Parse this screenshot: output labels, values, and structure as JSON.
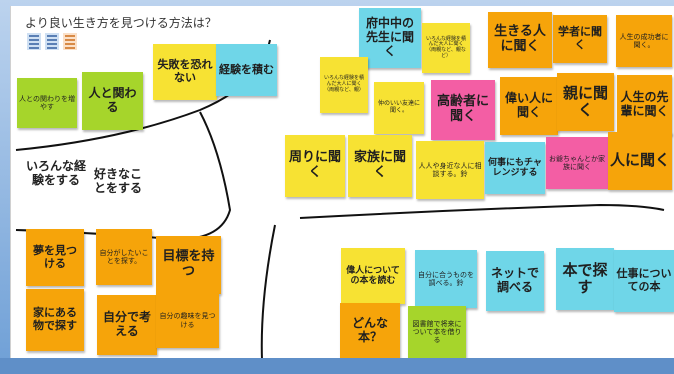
{
  "board": {
    "title": "より良い生き方を見つける方法は？",
    "thumbnails": [
      "thumb-1",
      "thumb-2",
      "thumb-3"
    ]
  },
  "notes": [
    {
      "id": "n01",
      "text": "失敗を恐れない",
      "color": "yellow"
    },
    {
      "id": "n02",
      "text": "経験を積む",
      "color": "cyan"
    },
    {
      "id": "n03",
      "text": "人との関わりを増やす",
      "color": "green"
    },
    {
      "id": "n04",
      "text": "人と関わる",
      "color": "green"
    },
    {
      "id": "n05",
      "text": "府中中の先生に聞く",
      "color": "cyan"
    },
    {
      "id": "n06",
      "text": "いろんな経験を積んだ大人に聞く（両親など、親など）",
      "color": "yellow"
    },
    {
      "id": "n07",
      "text": "生きる人に聞く",
      "color": "orange"
    },
    {
      "id": "n08",
      "text": "学者に聞く",
      "color": "orange"
    },
    {
      "id": "n09",
      "text": "人生の成功者に聞く。",
      "color": "orange"
    },
    {
      "id": "n10",
      "text": "いろんな経験を積んだ大人に聞く（両親など、親）",
      "color": "yellow"
    },
    {
      "id": "n11",
      "text": "仲のいい友達に聞く。",
      "color": "yellow"
    },
    {
      "id": "n12",
      "text": "高齢者に聞く",
      "color": "pink"
    },
    {
      "id": "n13",
      "text": "偉い人に聞く",
      "color": "orange"
    },
    {
      "id": "n14",
      "text": "親に聞く",
      "color": "orange"
    },
    {
      "id": "n15",
      "text": "人生の先輩に聞く",
      "color": "orange"
    },
    {
      "id": "n16",
      "text": "周りに聞く",
      "color": "yellow"
    },
    {
      "id": "n17",
      "text": "家族に聞く",
      "color": "yellow"
    },
    {
      "id": "n18",
      "text": "人人や身近な人に相談する。鈴",
      "color": "yellow"
    },
    {
      "id": "n19",
      "text": "何事にもチャレンジする",
      "color": "cyan"
    },
    {
      "id": "n20",
      "text": "お爺ちゃんとか家族に聞く",
      "color": "pink"
    },
    {
      "id": "n21",
      "text": "人に聞く",
      "color": "orange"
    },
    {
      "id": "n22",
      "text": "夢を見つける",
      "color": "orange"
    },
    {
      "id": "n23",
      "text": "自分がしたいことを探す。",
      "color": "orange"
    },
    {
      "id": "n24",
      "text": "目標を持つ",
      "color": "orange"
    },
    {
      "id": "n25",
      "text": "家にある物で探す",
      "color": "orange"
    },
    {
      "id": "n26",
      "text": "自分で考える",
      "color": "orange"
    },
    {
      "id": "n27",
      "text": "自分の趣味を見つける",
      "color": "orange"
    },
    {
      "id": "n28",
      "text": "偉人についての本を読む",
      "color": "yellow"
    },
    {
      "id": "n29",
      "text": "自分に合うものを調べる。鈴",
      "color": "cyan"
    },
    {
      "id": "n30",
      "text": "ネットで調べる",
      "color": "cyan"
    },
    {
      "id": "n31",
      "text": "本で探す",
      "color": "cyan"
    },
    {
      "id": "n32",
      "text": "仕事についての本",
      "color": "cyan"
    },
    {
      "id": "n33",
      "text": "どんな本？",
      "color": "orange"
    },
    {
      "id": "n34",
      "text": "図書館で将来について本を借りる",
      "color": "green"
    }
  ],
  "freetext": [
    {
      "id": "f1",
      "text": "いろんな経験をする"
    },
    {
      "id": "f2",
      "text": "好きなことをする"
    }
  ]
}
